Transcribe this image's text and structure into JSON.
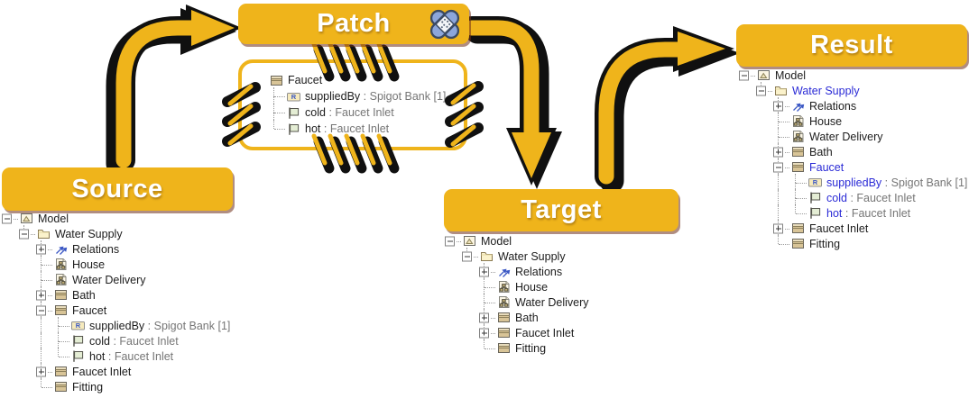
{
  "colors": {
    "banner_yellow": "#EFB41B",
    "arrow_yellow": "#EFB41B",
    "highlight_blue": "#2B2BD6",
    "secondary_gray": "#767676",
    "bandage_blue": "#8CA6DB",
    "stitch_black": "#101010"
  },
  "banners": {
    "source": {
      "label": "Source"
    },
    "patch": {
      "label": "Patch",
      "icon": "bandage-icon"
    },
    "target": {
      "label": "Target"
    },
    "result": {
      "label": "Result"
    }
  },
  "trees": {
    "source": {
      "rows": [
        {
          "level": 0,
          "expander": "minus",
          "icon": "model-icon",
          "name": "Model"
        },
        {
          "level": 1,
          "expander": "minus",
          "icon": "folder-icon",
          "name": "Water Supply"
        },
        {
          "level": 2,
          "expander": "plus",
          "icon": "relations-icon",
          "name": "Relations"
        },
        {
          "level": 2,
          "expander": "none",
          "icon": "diagram-icon",
          "name": "House"
        },
        {
          "level": 2,
          "expander": "none",
          "icon": "diagram-icon",
          "name": "Water Delivery"
        },
        {
          "level": 2,
          "expander": "plus",
          "icon": "class-icon",
          "name": "Bath"
        },
        {
          "level": 2,
          "expander": "minus",
          "icon": "class-icon",
          "name": "Faucet"
        },
        {
          "level": 3,
          "expander": "none",
          "icon": "reference-icon",
          "name": "suppliedBy",
          "suffix": ": Spigot Bank [1]"
        },
        {
          "level": 3,
          "expander": "none",
          "icon": "port-icon",
          "name": "cold",
          "suffix": ": Faucet Inlet"
        },
        {
          "level": 3,
          "expander": "none",
          "icon": "port-icon",
          "name": "hot",
          "suffix": ": Faucet Inlet"
        },
        {
          "level": 2,
          "expander": "plus",
          "icon": "class-icon",
          "name": "Faucet Inlet"
        },
        {
          "level": 2,
          "expander": "none",
          "icon": "class-icon",
          "name": "Fitting"
        }
      ]
    },
    "patch": {
      "bare_root": true,
      "rows": [
        {
          "level": 0,
          "expander": "none",
          "icon": "class-icon",
          "name": "Faucet"
        },
        {
          "level": 1,
          "expander": "none",
          "icon": "reference-icon",
          "name": "suppliedBy",
          "suffix": ": Spigot Bank [1]"
        },
        {
          "level": 1,
          "expander": "none",
          "icon": "port-icon",
          "name": "cold",
          "suffix": ": Faucet Inlet"
        },
        {
          "level": 1,
          "expander": "none",
          "icon": "port-icon",
          "name": "hot",
          "suffix": ": Faucet Inlet"
        }
      ]
    },
    "target": {
      "rows": [
        {
          "level": 0,
          "expander": "minus",
          "icon": "model-icon",
          "name": "Model"
        },
        {
          "level": 1,
          "expander": "minus",
          "icon": "folder-icon",
          "name": "Water Supply"
        },
        {
          "level": 2,
          "expander": "plus",
          "icon": "relations-icon",
          "name": "Relations"
        },
        {
          "level": 2,
          "expander": "none",
          "icon": "diagram-icon",
          "name": "House"
        },
        {
          "level": 2,
          "expander": "none",
          "icon": "diagram-icon",
          "name": "Water Delivery"
        },
        {
          "level": 2,
          "expander": "plus",
          "icon": "class-icon",
          "name": "Bath"
        },
        {
          "level": 2,
          "expander": "plus",
          "icon": "class-icon",
          "name": "Faucet Inlet"
        },
        {
          "level": 2,
          "expander": "none",
          "icon": "class-icon",
          "name": "Fitting"
        }
      ]
    },
    "result": {
      "rows": [
        {
          "level": 0,
          "expander": "minus",
          "icon": "model-icon",
          "name": "Model"
        },
        {
          "level": 1,
          "expander": "minus",
          "icon": "folder-icon",
          "name": "Water Supply",
          "color": "blue"
        },
        {
          "level": 2,
          "expander": "plus",
          "icon": "relations-icon",
          "name": "Relations"
        },
        {
          "level": 2,
          "expander": "none",
          "icon": "diagram-icon",
          "name": "House"
        },
        {
          "level": 2,
          "expander": "none",
          "icon": "diagram-icon",
          "name": "Water Delivery"
        },
        {
          "level": 2,
          "expander": "plus",
          "icon": "class-icon",
          "name": "Bath"
        },
        {
          "level": 2,
          "expander": "minus",
          "icon": "class-icon",
          "name": "Faucet",
          "color": "blue"
        },
        {
          "level": 3,
          "expander": "none",
          "icon": "reference-icon",
          "name": "suppliedBy",
          "suffix": ": Spigot Bank [1]",
          "color": "blue"
        },
        {
          "level": 3,
          "expander": "none",
          "icon": "port-icon",
          "name": "cold",
          "suffix": ": Faucet Inlet",
          "color": "blue"
        },
        {
          "level": 3,
          "expander": "none",
          "icon": "port-icon",
          "name": "hot",
          "suffix": ": Faucet Inlet",
          "color": "blue"
        },
        {
          "level": 2,
          "expander": "plus",
          "icon": "class-icon",
          "name": "Faucet Inlet"
        },
        {
          "level": 2,
          "expander": "none",
          "icon": "class-icon",
          "name": "Fitting"
        }
      ]
    }
  }
}
